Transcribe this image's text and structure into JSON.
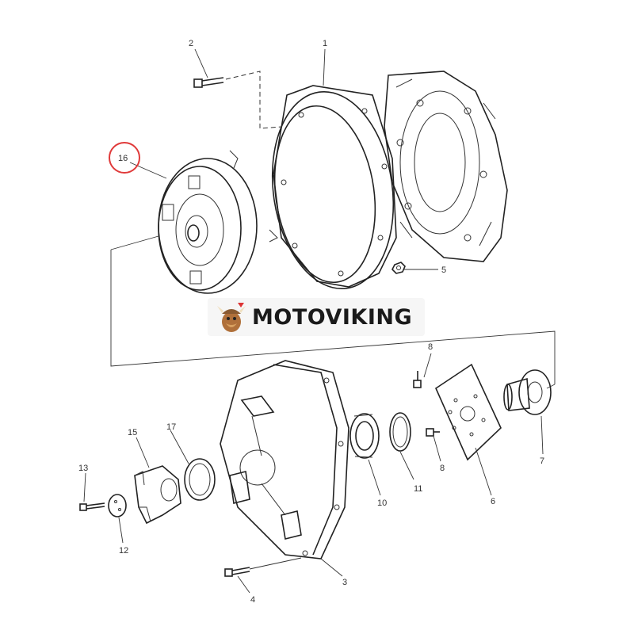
{
  "watermark": {
    "text": "MOTOVIKING"
  },
  "callouts": {
    "p1": "1",
    "p2": "2",
    "p3": "3",
    "p4": "4",
    "p5": "5",
    "p6": "6",
    "p7": "7",
    "p8a": "8",
    "p8b": "8",
    "p10": "10",
    "p11": "11",
    "p12": "12",
    "p13": "13",
    "p15": "15",
    "p16": "16",
    "p17": "17"
  },
  "highlight": {
    "part": "16",
    "color": "#e03a3a"
  }
}
